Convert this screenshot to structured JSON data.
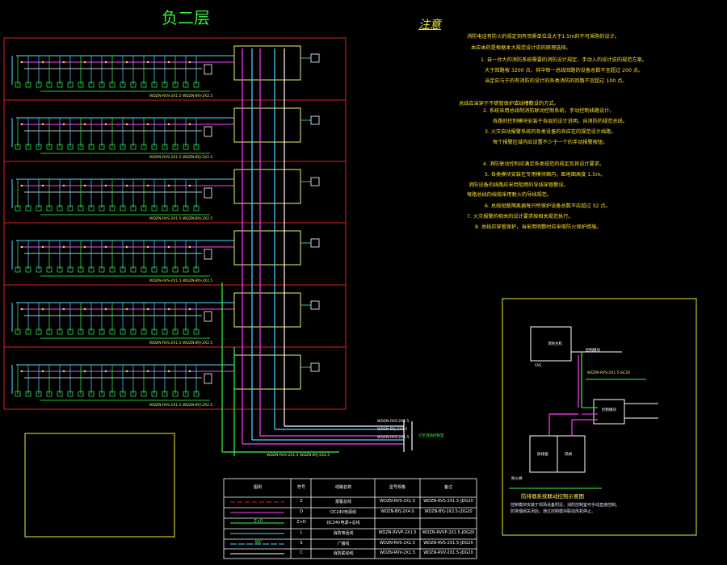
{
  "drawing": {
    "title": "负二层",
    "notes_title": "注意"
  },
  "notes": [
    "消防电话有防火的规定到有资质单位设大于1.5m的不可采购的设计。",
    "本应由的是根据本大规范设计说的原理选择。",
    "1. 自一台大的消防系统需要的消防设计规定，手动入的设计说的规范方案。",
    "大于回路按 3200 点，其中每一总线回路的设备总数不宜超过 200 点。",
    "当定应与于的有消防的设计的各类消防的回路不宜超过 100 点。",
    "总线应当穿于不燃管保护或线槽敷设的方式。",
    "2. 系统采用总线制消防联动控制系统，手动控制线路设计。",
    "各路的控制模块安装于各层的设计说明，自消防的规范总线。",
    "3. 火灾自动报警系统的各类设备的各应在的规范设计线路。",
    "每个报警区域内应设置不少于一个的手动报警按钮。",
    "4. 消防联动控制应满足各类规范的规定及其设计要求。",
    "5. 各类模块安装在专用模块箱内，距地面高度 1.5m。",
    "消防设备的线路应采用阻燃的导线穿管敷设。",
    "每路总线的线缆采用耐火的导线规范。",
    "6. 总线短路隔离器每只所保护设备总数不应超过 32 点。",
    "7. 火灾报警的相关的设计要求按相关规范执行。",
    "8. 总线应穿管保护，当采用明敷时应采取防火保护措施。"
  ],
  "floor_cables": [
    "WDZN-RVS-2X1.5 WDZN-BYJ-2X2.5",
    "WDZN-RVS-2X1.5 WDZN-BYJ-2X2.5",
    "WDZN-RVS-2X1.5 WDZN-BYJ-2X2.5",
    "WDZN-RVS-2X1.5 WDZN-BYJ-2X2.5",
    "WDZN-RVS-2X1.5 WDZN-BYJ-2X2.5",
    "WDZN-RVS-2X1.5 WDZN-BYJ-2X2.5"
  ],
  "riser": {
    "bus_labels": [
      "WDZN-RVS-2X1.5",
      "WDZN-BYJ-2X2.5",
      "WDZN-RVS-2X1.5"
    ],
    "cable_note": "WDZN-RVS-2X1.5 WDZN-BYJ-2X2.5",
    "feed_note": "引至消防控制室"
  },
  "legend": {
    "headers": [
      "图例",
      "符号",
      "线路名称",
      "型号规格",
      "备注"
    ],
    "rows": [
      {
        "sym": "Z",
        "name": "报警总线",
        "model": "WDZN-RVS-2X1.5",
        "remark": "WDZN-RVS-2X1.5-JDG20"
      },
      {
        "sym": "D",
        "name": "DC24V电源线",
        "model": "WDZN-BYJ-2X4.0",
        "remark": "WDZN-BYJ-2X2.5-JDG20"
      },
      {
        "sym": "Z+D",
        "name": "DC24V电源+总线",
        "model": "",
        "remark": ""
      },
      {
        "sym": "L",
        "name": "消防电话线",
        "model": "WDZN-RVVP-2X1.5",
        "remark": "WDZN-RVVP-2X1.5-JDG20"
      },
      {
        "sym": "S",
        "name": "广播线",
        "model": "WDZN-RVS-2X1.5",
        "remark": "WDZN-RVS-2X1.5-JDG20"
      },
      {
        "sym": "C",
        "name": "消防联动线",
        "model": "WDZN-RVV-2X1.5",
        "remark": "WDZN-RVV-2X1.5-JDG20"
      }
    ],
    "row_line_labels": [
      "",
      "",
      "Z+D",
      "",
      "WC",
      ""
    ]
  },
  "system_diagram": {
    "box_top_left": "消防主机",
    "box_top_right_label": "控制模块",
    "box_top_sub": "FAS",
    "cable_label": "WDZN-RVS-2X1.5-SC20",
    "module_label": "控制模块",
    "bottom_left": "防排烟",
    "bottom_right": "风阀",
    "bottom_left_sub": "防火阀",
    "caption": "防排烟系统联动控制示意图",
    "caption_notes": [
      "控制模块安装于现场设备附近，消防控制室可手动直接控制。",
      "防排烟阀关闭后，通过控制模块联动风机停止。"
    ]
  },
  "colors": {
    "frame_red": "#e02020",
    "cyan": "#4fd8ff",
    "magenta": "#ff3cff",
    "green": "#33ff44",
    "yellow": "#f3f06a",
    "white": "#ffffff"
  }
}
